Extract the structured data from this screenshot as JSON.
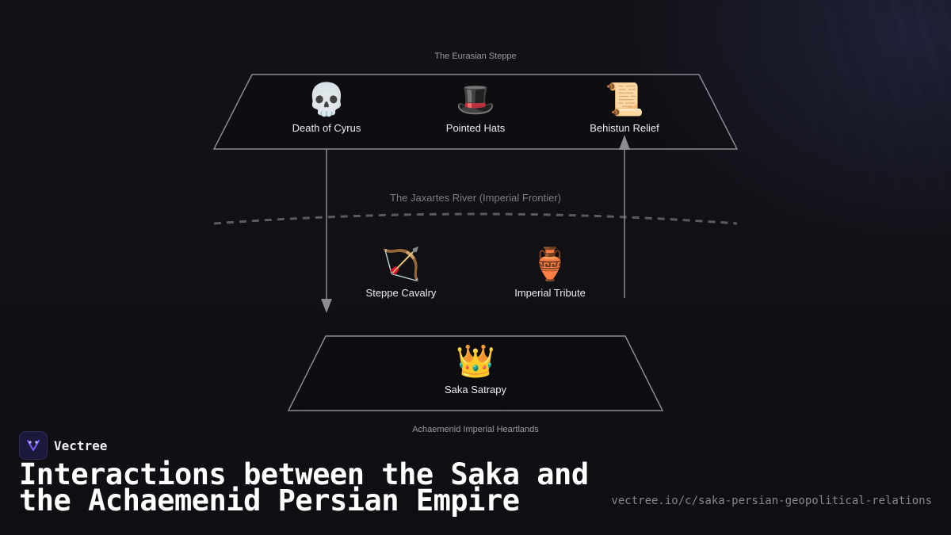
{
  "regions": {
    "steppe": "The Eurasian Steppe",
    "river": "The Jaxartes River (Imperial Frontier)",
    "heartlands": "Achaemenid Imperial Heartlands"
  },
  "nodes": {
    "death_of_cyrus": {
      "icon": "skull-icon",
      "emoji": "💀",
      "label": "Death of Cyrus"
    },
    "pointed_hats": {
      "icon": "top-hat-icon",
      "emoji": "🎩",
      "label": "Pointed Hats"
    },
    "behistun_relief": {
      "icon": "scroll-icon",
      "emoji": "📜",
      "label": "Behistun Relief"
    },
    "steppe_cavalry": {
      "icon": "bow-and-arrow-icon",
      "emoji": "🏹",
      "label": "Steppe Cavalry"
    },
    "imperial_tribute": {
      "icon": "amphora-icon",
      "emoji": "🏺",
      "label": "Imperial Tribute"
    },
    "saka_satrapy": {
      "icon": "crown-icon",
      "emoji": "👑",
      "label": "Saka Satrapy"
    }
  },
  "edges": [
    {
      "from": "Death of Cyrus",
      "to": "Saka Satrapy",
      "direction": "down"
    },
    {
      "from": "Imperial Tribute",
      "to": "Behistun Relief",
      "direction": "up"
    }
  ],
  "footer": {
    "brand": "Vectree",
    "title": "Interactions between the Saka and the Achaemenid Persian Empire",
    "url": "vectree.io/c/saka-persian-geopolitical-relations"
  },
  "colors": {
    "background": "#111116",
    "region_border": "#8a8a90",
    "arrow": "#8c8c90",
    "river_line": "#5a5a60",
    "brand_accent": "#7b5cff"
  }
}
